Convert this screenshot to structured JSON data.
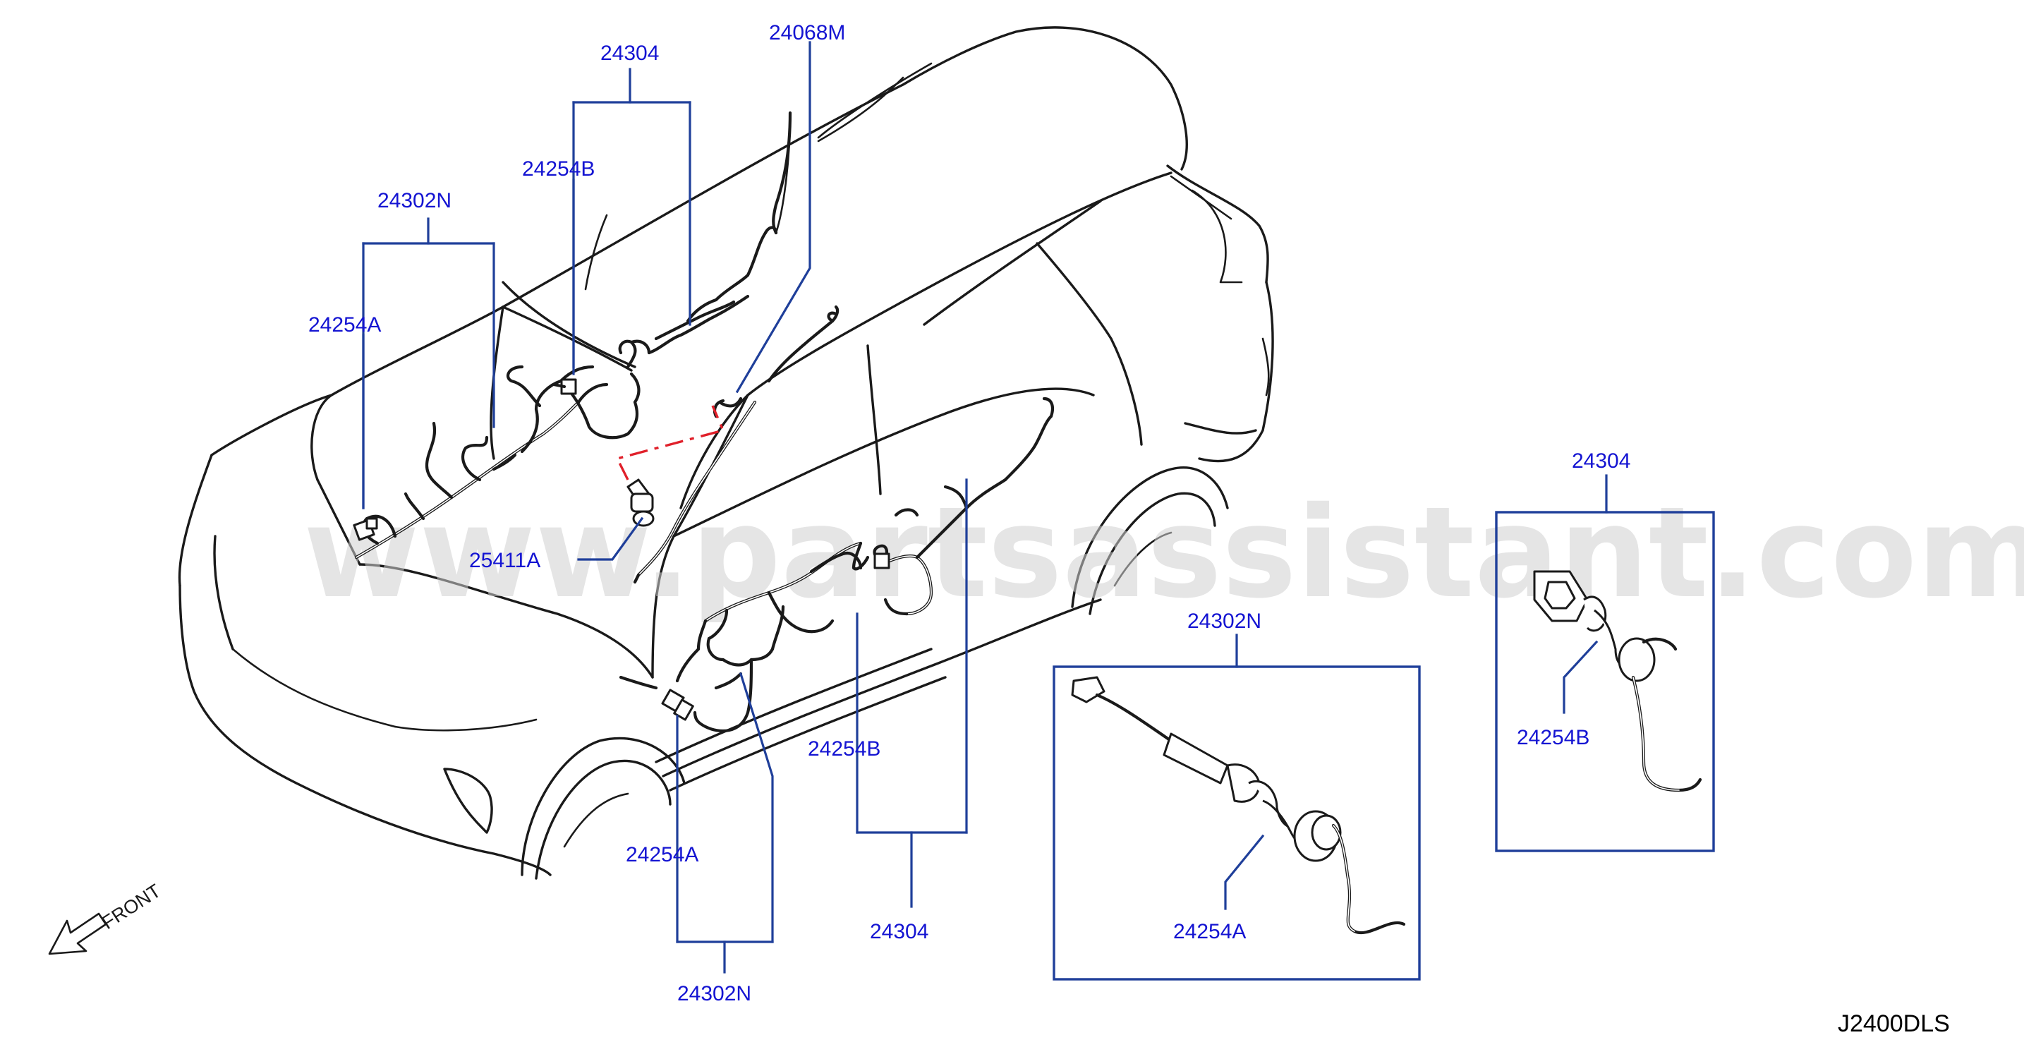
{
  "callouts": {
    "c1": "24304",
    "c2": "24068M",
    "c3": "24254B",
    "c4": "24302N",
    "c5": "24254A",
    "c6": "25411A",
    "c7": "24254B",
    "c8": "24254A",
    "c9": "24304",
    "c10": "24302N",
    "c11": "24302N",
    "c12": "24254A",
    "c13": "24304",
    "c14": "24254B"
  },
  "front_label": "FRONT",
  "diagram_code": "J2400DLS",
  "watermark": "www.partsassistant.com",
  "colors": {
    "callout_text": "#1414d2",
    "leader_line": "#1f3f9a",
    "line_art": "#1a1a1a",
    "connector_dash": "#e0202a"
  }
}
